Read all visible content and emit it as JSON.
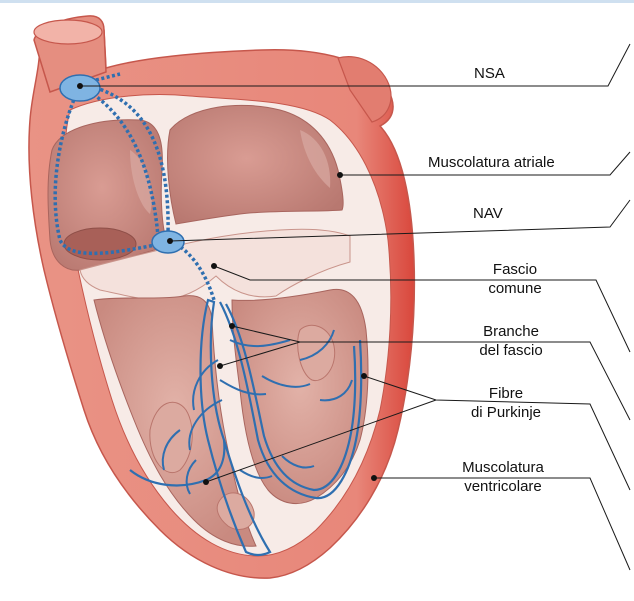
{
  "figure": {
    "labels": {
      "nsa": "NSA",
      "muscolatura_atriale": "Muscolatura atriale",
      "nav": "NAV",
      "fascio_comune_line1": "Fascio",
      "fascio_comune_line2": "comune",
      "branche_line1": "Branche",
      "branche_line2": "del fascio",
      "purkinje_line1": "Fibre",
      "purkinje_line2": "di Purkinje",
      "ventricolare_line1": "Muscolatura",
      "ventricolare_line2": "ventricolare"
    },
    "colors": {
      "heart_wall": "#e8877a",
      "heart_wall_dark": "#d9645a",
      "inner_chamber": "#d9a59b",
      "chamber_light": "#f1d9d2",
      "valve_white": "#f7ebe7",
      "conduction_blue": "#2f6fb0",
      "node_blue": "#7fb4e2"
    }
  }
}
